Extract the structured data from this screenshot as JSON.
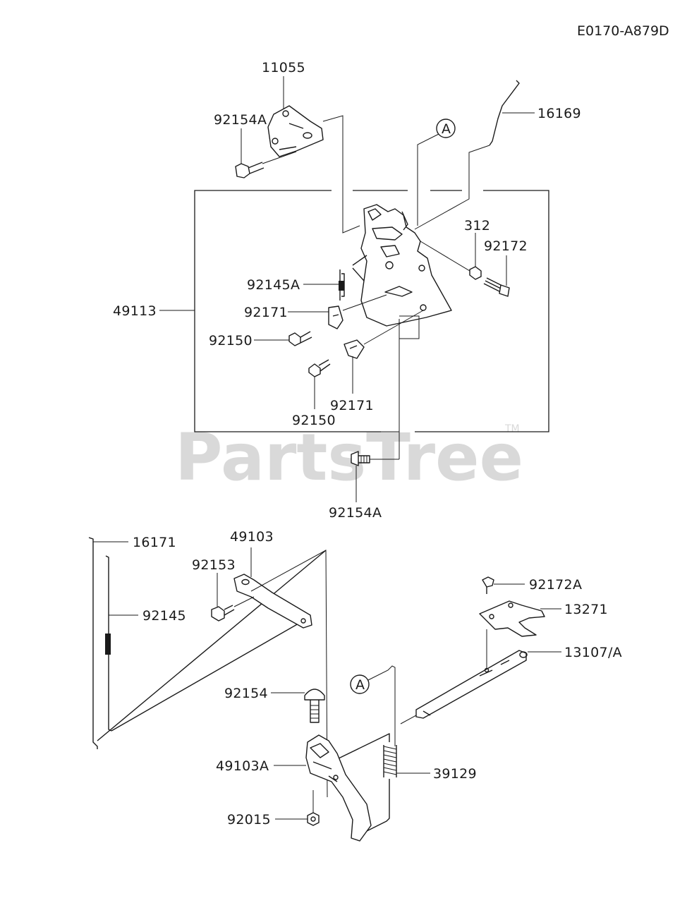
{
  "diagram_code": "E0170-A879D",
  "watermark": {
    "text": "PartsTree",
    "tm": "TM"
  },
  "labels": {
    "p11055": "11055",
    "p92154A_top": "92154A",
    "p16169": "16169",
    "refA_top": "A",
    "p312": "312",
    "p92172": "92172",
    "p92145A": "92145A",
    "p49113": "49113",
    "p92171_a": "92171",
    "p92150_a": "92150",
    "p92171_b": "92171",
    "p92150_b": "92150",
    "p92154A_bot": "92154A",
    "p16171": "16171",
    "p49103": "49103",
    "p92153": "92153",
    "p92145": "92145",
    "p92172A": "92172A",
    "p13271": "13271",
    "p13107A": "13107/A",
    "refA_bot": "A",
    "p92154": "92154",
    "p49103A": "49103A",
    "p39129": "39129",
    "p92015": "92015"
  }
}
